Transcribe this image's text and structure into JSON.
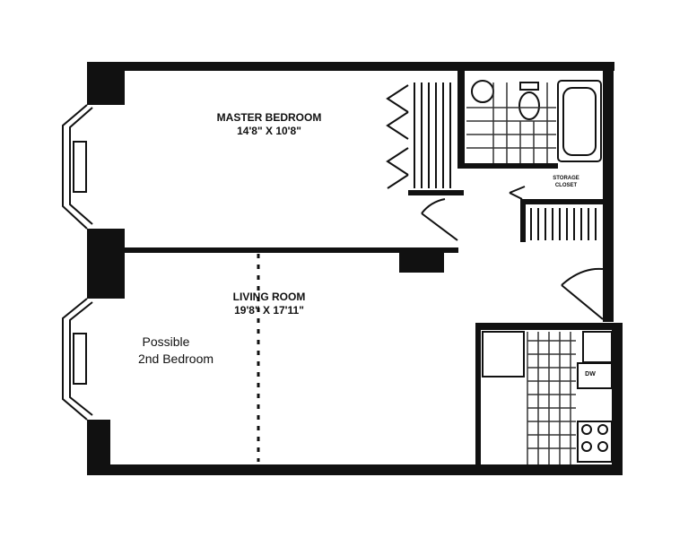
{
  "rooms": {
    "master_bedroom": {
      "name": "MASTER BEDROOM",
      "dims": "14'8\" X 10'8\""
    },
    "living_room": {
      "name": "LIVING ROOM",
      "dims": "19'8\" X 17'11\""
    },
    "possible_bedroom": {
      "line1": "Possible",
      "line2": "2nd Bedroom"
    },
    "storage": {
      "line1": "STORAGE",
      "line2": "CLOSET"
    },
    "dishwasher": "DW"
  },
  "colors": {
    "wall": "#111111",
    "background": "#ffffff"
  }
}
